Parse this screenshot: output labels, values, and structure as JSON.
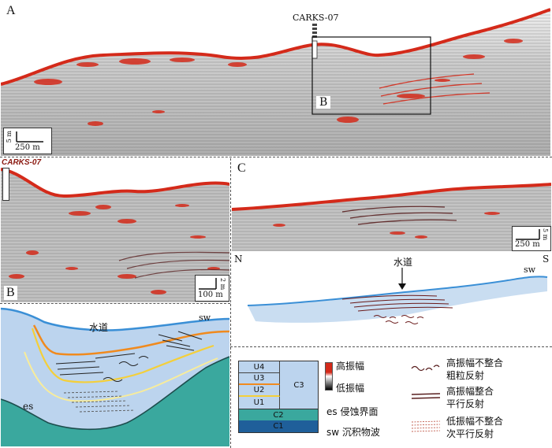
{
  "panels": {
    "a": {
      "letter": "A",
      "well": "CARKS-07",
      "box_label": "B",
      "scale_v": "5 m",
      "scale_h": "250 m"
    },
    "b": {
      "letter": "B",
      "well": "CARKS-07",
      "scale_v": "2 m",
      "scale_h": "100 m"
    },
    "c": {
      "letter": "C",
      "scale_v": "5 m",
      "scale_h": "250 m"
    }
  },
  "interp_bottom_left": {
    "channel": "水道",
    "sw": "sw",
    "es": "es"
  },
  "interp_right": {
    "north": "N",
    "south": "S",
    "channel": "水道",
    "sw": "sw"
  },
  "legend": {
    "units": [
      "U4",
      "U3",
      "U2",
      "U1",
      "C3",
      "C2",
      "C1"
    ],
    "amp_high": "高振幅",
    "amp_low": "低振幅",
    "es_label": "es 侵蚀界面",
    "sw_label": "sw 沉积物波",
    "sym1_line1": "高振幅不整合",
    "sym1_line2": "粗粒反射",
    "sym2_line1": "高振幅整合",
    "sym2_line2": "平行反射",
    "sym3_line1": "低振幅不整合",
    "sym3_line2": "次平行反射"
  },
  "colors": {
    "amp_red": "#d42a1a",
    "water_blue": "#3a8fd6",
    "fill_blue": "#bcd4ee",
    "teal": "#3aa89e",
    "orange": "#f08a1e",
    "yellow": "#f4cf3a",
    "navy": "#1f5f9a"
  }
}
